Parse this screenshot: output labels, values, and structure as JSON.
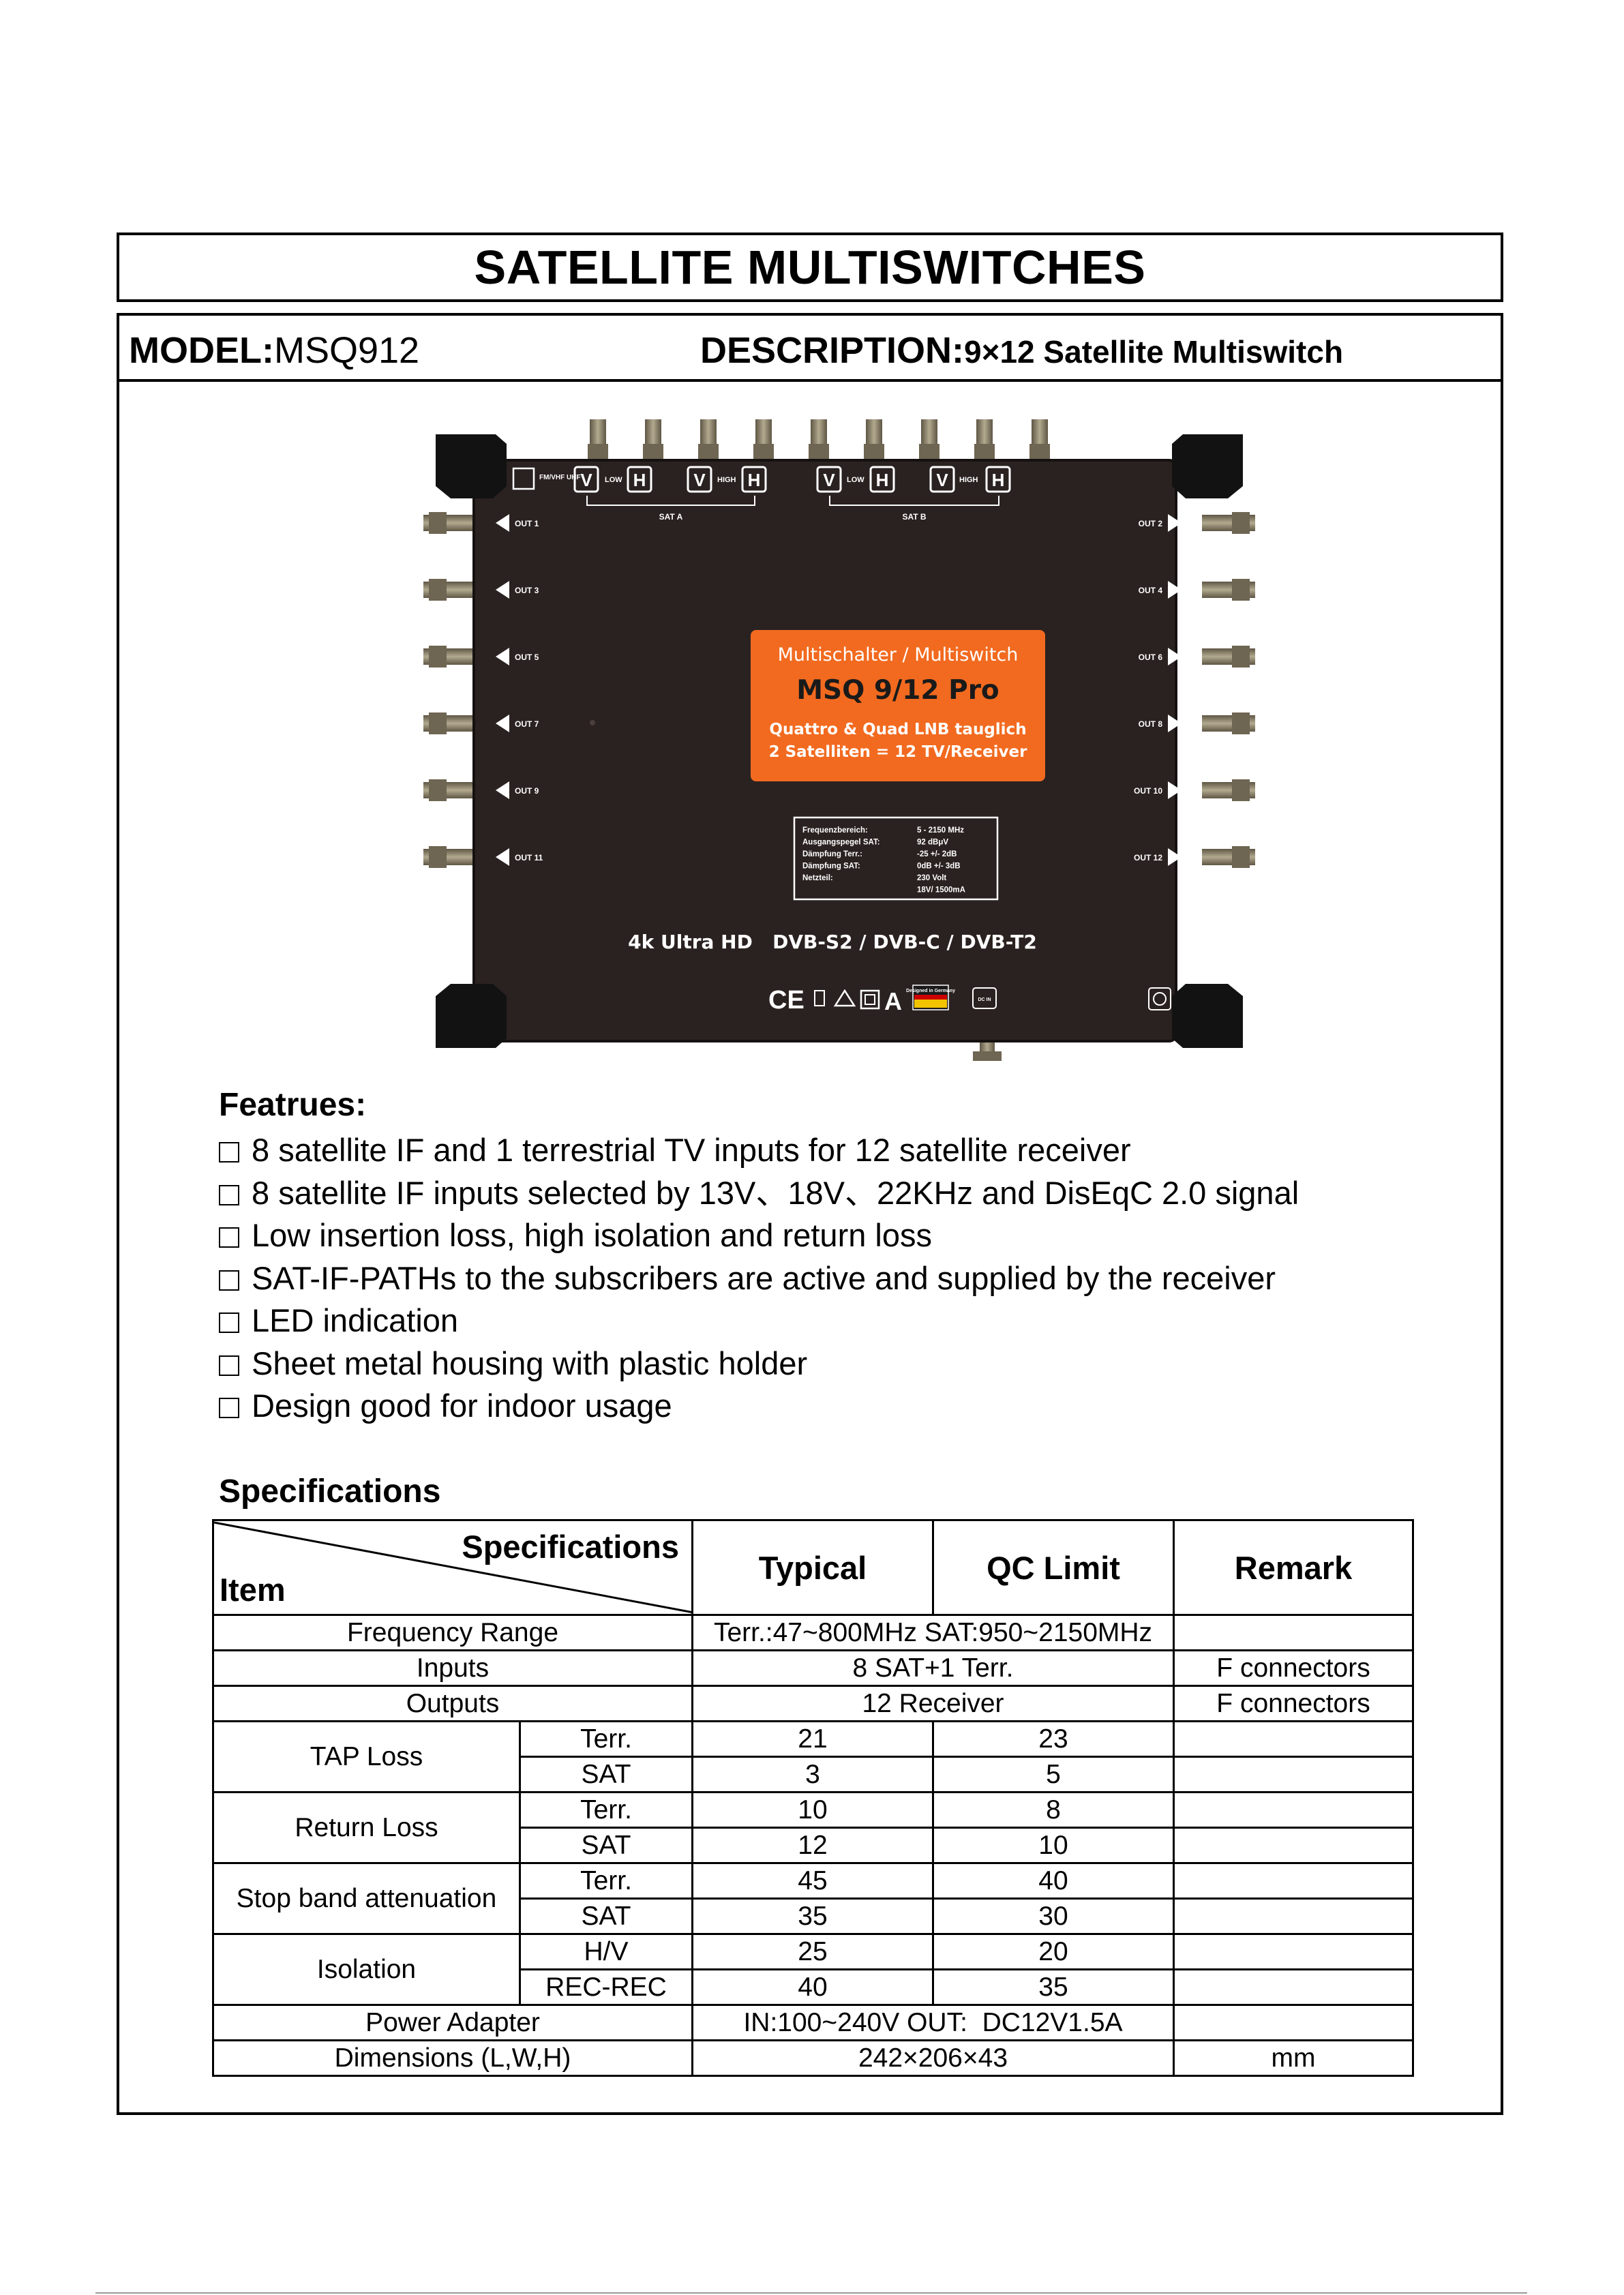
{
  "title": "SATELLITE MULTISWITCHES",
  "model": {
    "label": "MODEL:",
    "value": "MSQ912"
  },
  "description": {
    "label": "DESCRIPTION:",
    "value": "9×12 Satellite Multiswitch"
  },
  "device": {
    "top_labels": [
      "FM/VHF UHF",
      "V",
      "LOW",
      "H",
      "V",
      "HIGH",
      "H",
      "SAT A",
      "V",
      "LOW",
      "H",
      "V",
      "HIGH",
      "H",
      "SAT B"
    ],
    "outs_left": [
      "OUT 1",
      "OUT 3",
      "OUT 5",
      "OUT 7",
      "OUT 9",
      "OUT 11"
    ],
    "outs_right": [
      "OUT 2",
      "OUT 4",
      "OUT 6",
      "OUT 8",
      "OUT 10",
      "OUT 12"
    ],
    "badge_line1": "Multischalter / Multiswitch",
    "badge_line2": "MSQ 9/12 Pro",
    "badge_line3": "Quattro & Quad LNB tauglich",
    "badge_line4": "2 Satelliten = 12 TV/Receiver",
    "spec_plate": [
      {
        "k": "Frequenzbereich:",
        "v": "5 - 2150 MHz"
      },
      {
        "k": "Ausgangspegel SAT:",
        "v": "92 dBμV"
      },
      {
        "k": "Dämpfung Terr.:",
        "v": "-25 +/- 2dB"
      },
      {
        "k": "Dämpfung SAT:",
        "v": "0dB +/- 3dB"
      },
      {
        "k": "Netzteil:",
        "v": "230 Volt"
      },
      {
        "k": "",
        "v": "18V/ 1500mA"
      }
    ],
    "bottom_text": "4k Ultra HD   DVB-S2 / DVB-C / DVB-T2",
    "ce": "CE",
    "designed": "Designed in Germany",
    "dc_in": "DC IN"
  },
  "features": {
    "heading": "Featrues:",
    "items": [
      "8 satellite IF and 1 terrestrial TV inputs  for 12 satellite receiver",
      "8 satellite IF inputs selected by 13V、18V、22KHz and DisEqC 2.0 signal",
      "Low insertion loss, high isolation and return loss",
      "SAT-IF-PATHs to the subscribers are active and supplied by the receiver",
      "LED indication",
      "Sheet metal housing with plastic holder",
      "Design good for indoor usage"
    ]
  },
  "specifications": {
    "heading": "Specifications",
    "header": {
      "diag_top": "Specifications",
      "diag_bottom": "Item",
      "typical": "Typical",
      "qc": "QC Limit",
      "remark": "Remark"
    },
    "rows": {
      "freq": {
        "item": "Frequency Range",
        "value": "Terr.:47~800MHz SAT:950~2150MHz",
        "remark": ""
      },
      "inputs": {
        "item": "Inputs",
        "value": "8 SAT+1 Terr.",
        "remark": "F connectors"
      },
      "outputs": {
        "item": "Outputs",
        "value": "12 Receiver",
        "remark": "F connectors"
      },
      "tap": {
        "item": "TAP Loss",
        "a": {
          "sub": "Terr.",
          "typ": "21",
          "qc": "23"
        },
        "b": {
          "sub": "SAT",
          "typ": "3",
          "qc": "5"
        }
      },
      "ret": {
        "item": "Return Loss",
        "a": {
          "sub": "Terr.",
          "typ": "10",
          "qc": "8"
        },
        "b": {
          "sub": "SAT",
          "typ": "12",
          "qc": "10"
        }
      },
      "stop": {
        "item": "Stop band attenuation",
        "a": {
          "sub": "Terr.",
          "typ": "45",
          "qc": "40"
        },
        "b": {
          "sub": "SAT",
          "typ": "35",
          "qc": "30"
        }
      },
      "iso": {
        "item": "Isolation",
        "a": {
          "sub": "H/V",
          "typ": "25",
          "qc": "20"
        },
        "b": {
          "sub": "REC-REC",
          "typ": "40",
          "qc": "35"
        }
      },
      "power": {
        "item": "Power Adapter",
        "value": "IN:100~240V OUT:  DC12V1.5A",
        "remark": ""
      },
      "dims": {
        "item": "Dimensions (L,W,H)",
        "value": "242×206×43",
        "remark": "mm"
      }
    }
  },
  "colors": {
    "device_body": "#2a2220",
    "badge": "#f26a1f",
    "connector": "#8a8069"
  }
}
